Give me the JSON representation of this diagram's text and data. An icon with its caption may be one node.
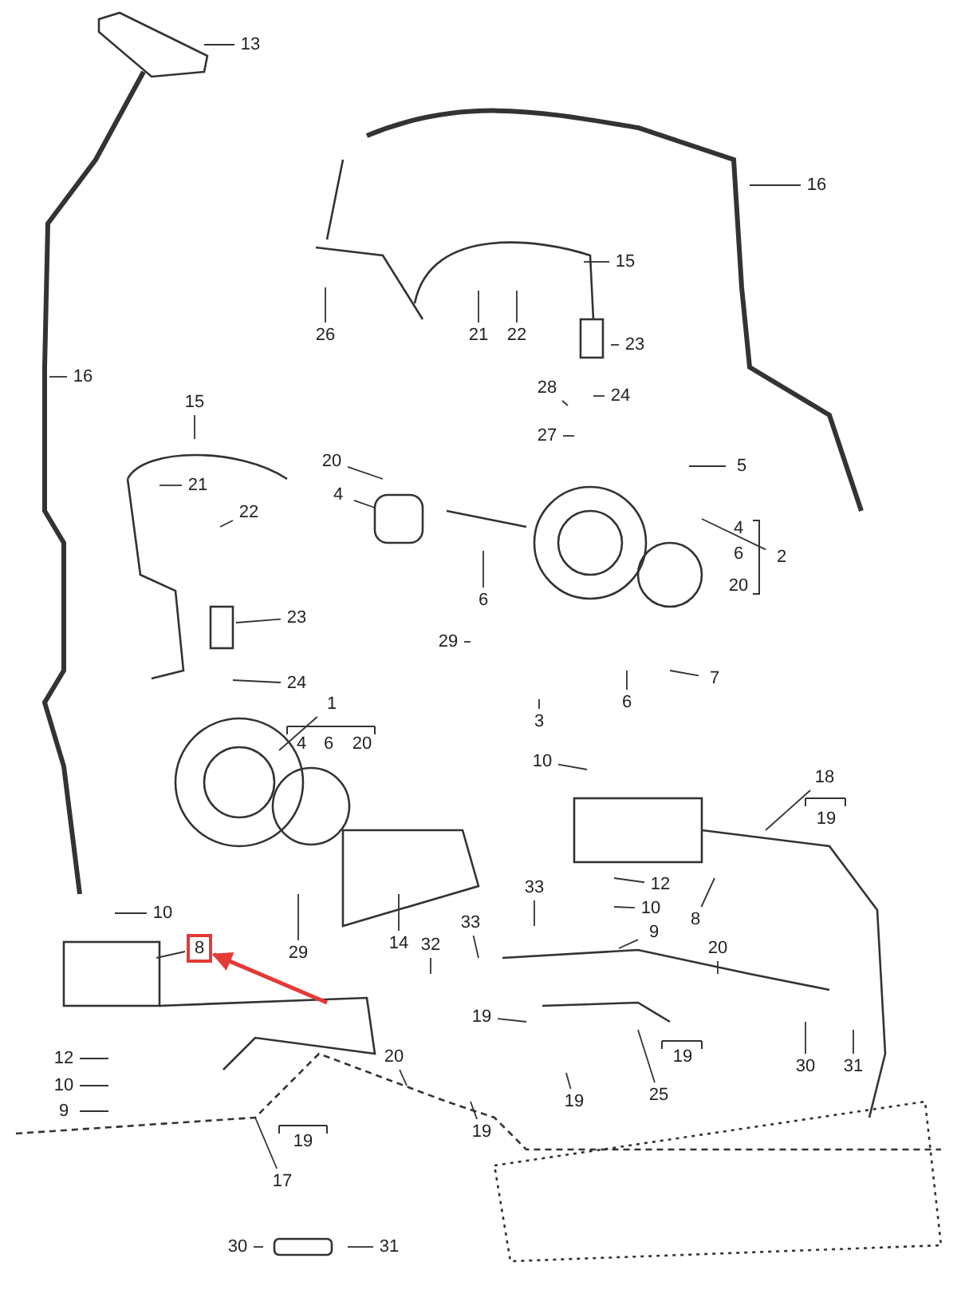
{
  "diagram": {
    "nodes": [
      {
        "text": [
          "13"
        ]
      },
      {
        "text": [
          "16"
        ]
      },
      {
        "text": [
          "26"
        ]
      },
      {
        "text": [
          "21"
        ]
      },
      {
        "text": [
          "22"
        ]
      },
      {
        "text": [
          "15"
        ]
      },
      {
        "text": [
          "23"
        ]
      },
      {
        "text": [
          "16"
        ]
      },
      {
        "text": [
          "28"
        ]
      },
      {
        "text": [
          "24"
        ]
      },
      {
        "text": [
          "15"
        ]
      },
      {
        "text": [
          "27"
        ]
      },
      {
        "text": [
          "20"
        ]
      },
      {
        "text": [
          "5"
        ]
      },
      {
        "text": [
          "4"
        ]
      },
      {
        "text": [
          "21"
        ]
      },
      {
        "text": [
          "22"
        ]
      },
      {
        "text": [
          "2"
        ]
      },
      {
        "text": [
          "6"
        ]
      },
      {
        "text": [
          "23"
        ]
      },
      {
        "text": [
          "29"
        ]
      },
      {
        "text": [
          "24"
        ]
      },
      {
        "text": [
          "3"
        ]
      },
      {
        "text": [
          "6"
        ]
      },
      {
        "text": [
          "7"
        ]
      },
      {
        "text": [
          "1"
        ]
      },
      {
        "text": [
          "10"
        ]
      },
      {
        "text": [
          "18"
        ]
      },
      {
        "text": [
          "12"
        ]
      },
      {
        "text": [
          "33"
        ]
      },
      {
        "text": [
          "10"
        ]
      },
      {
        "text": [
          "10"
        ]
      },
      {
        "text": [
          "33"
        ]
      },
      {
        "text": [
          "9"
        ]
      },
      {
        "text": [
          "8"
        ]
      },
      {
        "text": [
          "29"
        ]
      },
      {
        "text": [
          "14"
        ]
      },
      {
        "text": [
          "8"
        ]
      },
      {
        "text": [
          "32"
        ]
      },
      {
        "text": [
          "20"
        ]
      },
      {
        "text": [
          "19"
        ]
      },
      {
        "text": [
          "30"
        ]
      },
      {
        "text": [
          "31"
        ]
      },
      {
        "text": [
          "12"
        ]
      },
      {
        "text": [
          "10"
        ]
      },
      {
        "text": [
          "20"
        ]
      },
      {
        "text": [
          "9"
        ]
      },
      {
        "text": [
          "25"
        ]
      },
      {
        "text": [
          "19"
        ]
      },
      {
        "text": [
          "19"
        ]
      },
      {
        "text": [
          "17"
        ]
      },
      {
        "text": [
          "30"
        ]
      },
      {
        "text": [
          "31"
        ]
      }
    ],
    "edges": [
      {
        "from": 0,
        "to": null,
        "arrow": "none"
      },
      {
        "from": 1,
        "to": null,
        "arrow": "none"
      },
      {
        "from": 2,
        "to": null,
        "arrow": "none"
      },
      {
        "from": 3,
        "to": null,
        "arrow": "none"
      },
      {
        "from": 4,
        "to": null,
        "arrow": "none"
      },
      {
        "from": 5,
        "to": null,
        "arrow": "none"
      },
      {
        "from": 6,
        "to": null,
        "arrow": "none"
      },
      {
        "from": 7,
        "to": null,
        "arrow": "none"
      },
      {
        "from": 8,
        "to": null,
        "arrow": "none"
      },
      {
        "from": 9,
        "to": null,
        "arrow": "none"
      },
      {
        "from": 10,
        "to": null,
        "arrow": "none"
      },
      {
        "from": 11,
        "to": null,
        "arrow": "none"
      },
      {
        "from": 12,
        "to": null,
        "arrow": "none"
      },
      {
        "from": 13,
        "to": null,
        "arrow": "none"
      },
      {
        "from": 14,
        "to": null,
        "arrow": "none"
      },
      {
        "from": 15,
        "to": null,
        "arrow": "none"
      },
      {
        "from": 16,
        "to": null,
        "arrow": "none"
      },
      {
        "from": 17,
        "to": null,
        "arrow": "none"
      },
      {
        "from": 18,
        "to": null,
        "arrow": "none"
      },
      {
        "from": 19,
        "to": null,
        "arrow": "none"
      },
      {
        "from": 20,
        "to": null,
        "arrow": "none"
      },
      {
        "from": 21,
        "to": null,
        "arrow": "none"
      },
      {
        "from": 22,
        "to": null,
        "arrow": "none"
      },
      {
        "from": 23,
        "to": null,
        "arrow": "none"
      },
      {
        "from": 24,
        "to": null,
        "arrow": "none"
      },
      {
        "from": 25,
        "to": null,
        "arrow": "none"
      },
      {
        "from": 26,
        "to": null,
        "arrow": "none"
      },
      {
        "from": 27,
        "to": null,
        "arrow": "none"
      },
      {
        "from": 28,
        "to": null,
        "arrow": "none"
      },
      {
        "from": 29,
        "to": null,
        "arrow": "none"
      },
      {
        "from": 30,
        "to": null,
        "arrow": "none"
      },
      {
        "from": 31,
        "to": null,
        "arrow": "none"
      },
      {
        "from": 32,
        "to": null,
        "arrow": "none"
      },
      {
        "from": 33,
        "to": null,
        "arrow": "none"
      },
      {
        "from": 34,
        "to": null,
        "arrow": "none"
      },
      {
        "from": 35,
        "to": null,
        "arrow": "none"
      },
      {
        "from": 36,
        "to": null,
        "arrow": "none"
      },
      {
        "from": 37,
        "to": null,
        "arrow": "none"
      },
      {
        "from": 38,
        "to": null,
        "arrow": "none"
      },
      {
        "from": 39,
        "to": null,
        "arrow": "none"
      },
      {
        "from": 40,
        "to": null,
        "arrow": "none"
      },
      {
        "from": 41,
        "to": null,
        "arrow": "none"
      },
      {
        "from": 42,
        "to": null,
        "arrow": "none"
      },
      {
        "from": 43,
        "to": null,
        "arrow": "none"
      },
      {
        "from": 44,
        "to": null,
        "arrow": "none"
      },
      {
        "from": 45,
        "to": null,
        "arrow": "none"
      },
      {
        "from": 46,
        "to": null,
        "arrow": "none"
      },
      {
        "from": 47,
        "to": null,
        "arrow": "none"
      },
      {
        "from": 48,
        "to": null,
        "arrow": "none"
      },
      {
        "from": 49,
        "to": null,
        "arrow": "none"
      },
      {
        "from": 50,
        "to": null,
        "arrow": "none"
      },
      {
        "from": 51,
        "to": null,
        "arrow": "none"
      },
      {
        "from": 52,
        "to": null,
        "arrow": "none"
      },
      {
        "from": null,
        "to": 34,
        "arrow": "to",
        "style": "thick",
        "color": "#e53935"
      }
    ],
    "labels": [
      "4",
      "6",
      "20",
      "4",
      "6",
      "20",
      "19",
      "19",
      "19"
    ]
  }
}
